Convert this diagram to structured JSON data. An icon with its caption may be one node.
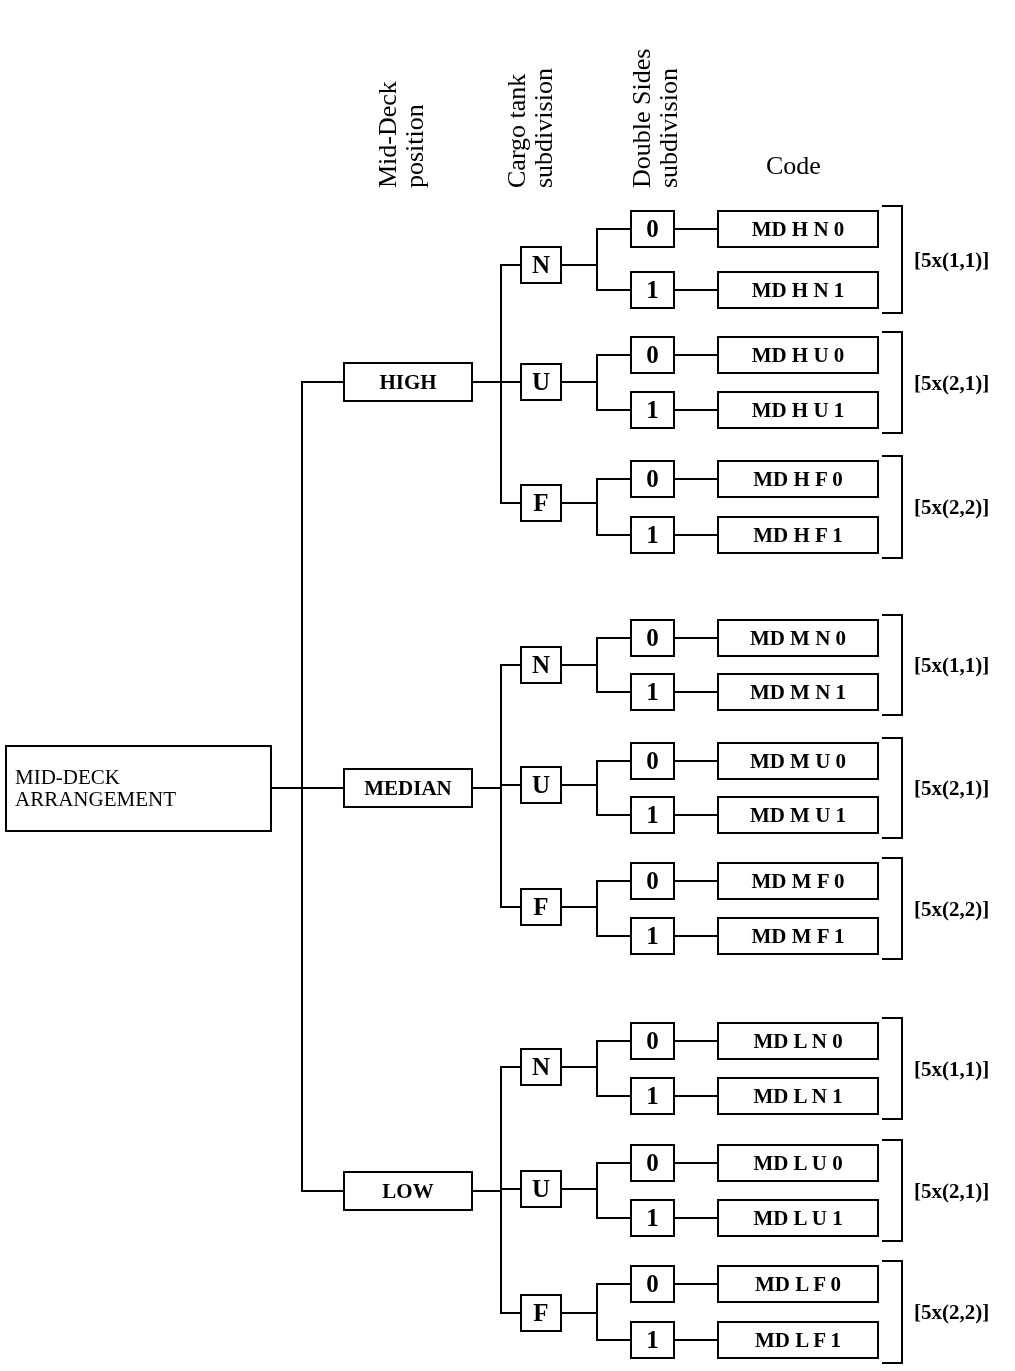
{
  "diagram": {
    "nodes": [
      {
        "text": [
          "MID-DECK ARRANGEMENT"
        ]
      },
      {
        "text": [
          "HIGH"
        ]
      },
      {
        "text": [
          "N"
        ]
      },
      {
        "text": [
          "0"
        ]
      },
      {
        "text": [
          "MD H N 0"
        ]
      },
      {
        "text": [
          "1"
        ]
      },
      {
        "text": [
          "MD H N 1"
        ]
      },
      {
        "text": [
          "U"
        ]
      },
      {
        "text": [
          "0"
        ]
      },
      {
        "text": [
          "MD H U 0"
        ]
      },
      {
        "text": [
          "1"
        ]
      },
      {
        "text": [
          "MD H U 1"
        ]
      },
      {
        "text": [
          "F"
        ]
      },
      {
        "text": [
          "0"
        ]
      },
      {
        "text": [
          "MD H F 0"
        ]
      },
      {
        "text": [
          "1"
        ]
      },
      {
        "text": [
          "MD H F 1"
        ]
      },
      {
        "text": [
          "MEDIAN"
        ]
      },
      {
        "text": [
          "N"
        ]
      },
      {
        "text": [
          "0"
        ]
      },
      {
        "text": [
          "MD M N 0"
        ]
      },
      {
        "text": [
          "1"
        ]
      },
      {
        "text": [
          "MD M N 1"
        ]
      },
      {
        "text": [
          "U"
        ]
      },
      {
        "text": [
          "0"
        ]
      },
      {
        "text": [
          "MD M U 0"
        ]
      },
      {
        "text": [
          "1"
        ]
      },
      {
        "text": [
          "MD M U 1"
        ]
      },
      {
        "text": [
          "F"
        ]
      },
      {
        "text": [
          "0"
        ]
      },
      {
        "text": [
          "MD M F 0"
        ]
      },
      {
        "text": [
          "1"
        ]
      },
      {
        "text": [
          "MD M F 1"
        ]
      },
      {
        "text": [
          "LOW"
        ]
      },
      {
        "text": [
          "N"
        ]
      },
      {
        "text": [
          "0"
        ]
      },
      {
        "text": [
          "MD L N 0"
        ]
      },
      {
        "text": [
          "1"
        ]
      },
      {
        "text": [
          "MD L N 1"
        ]
      },
      {
        "text": [
          "U"
        ]
      },
      {
        "text": [
          "0"
        ]
      },
      {
        "text": [
          "MD L U 0"
        ]
      },
      {
        "text": [
          "1"
        ]
      },
      {
        "text": [
          "MD L U 1"
        ]
      },
      {
        "text": [
          "F"
        ]
      },
      {
        "text": [
          "0"
        ]
      },
      {
        "text": [
          "MD L F 0"
        ]
      },
      {
        "text": [
          "1"
        ]
      },
      {
        "text": [
          "MD L F 1"
        ]
      }
    ],
    "edges": [
      {
        "from": 0,
        "to": 1,
        "arrow": "none"
      },
      {
        "from": 1,
        "to": 2,
        "arrow": "none"
      },
      {
        "from": 2,
        "to": 3,
        "arrow": "none"
      },
      {
        "from": 3,
        "to": 4,
        "arrow": "none"
      },
      {
        "from": 2,
        "to": 5,
        "arrow": "none"
      },
      {
        "from": 5,
        "to": 6,
        "arrow": "none"
      },
      {
        "from": 1,
        "to": 7,
        "arrow": "none"
      },
      {
        "from": 7,
        "to": 8,
        "arrow": "none"
      },
      {
        "from": 8,
        "to": 9,
        "arrow": "none"
      },
      {
        "from": 7,
        "to": 10,
        "arrow": "none"
      },
      {
        "from": 10,
        "to": 11,
        "arrow": "none"
      },
      {
        "from": 1,
        "to": 12,
        "arrow": "none"
      },
      {
        "from": 12,
        "to": 13,
        "arrow": "none"
      },
      {
        "from": 13,
        "to": 14,
        "arrow": "none"
      },
      {
        "from": 12,
        "to": 15,
        "arrow": "none"
      },
      {
        "from": 15,
        "to": 16,
        "arrow": "none"
      },
      {
        "from": 0,
        "to": 17,
        "arrow": "none"
      },
      {
        "from": 17,
        "to": 18,
        "arrow": "none"
      },
      {
        "from": 18,
        "to": 19,
        "arrow": "none"
      },
      {
        "from": 19,
        "to": 20,
        "arrow": "none"
      },
      {
        "from": 18,
        "to": 21,
        "arrow": "none"
      },
      {
        "from": 21,
        "to": 22,
        "arrow": "none"
      },
      {
        "from": 17,
        "to": 23,
        "arrow": "none"
      },
      {
        "from": 23,
        "to": 24,
        "arrow": "none"
      },
      {
        "from": 24,
        "to": 25,
        "arrow": "none"
      },
      {
        "from": 23,
        "to": 26,
        "arrow": "none"
      },
      {
        "from": 26,
        "to": 27,
        "arrow": "none"
      },
      {
        "from": 17,
        "to": 28,
        "arrow": "none"
      },
      {
        "from": 28,
        "to": 29,
        "arrow": "none"
      },
      {
        "from": 29,
        "to": 30,
        "arrow": "none"
      },
      {
        "from": 28,
        "to": 31,
        "arrow": "none"
      },
      {
        "from": 31,
        "to": 32,
        "arrow": "none"
      },
      {
        "from": 0,
        "to": 33,
        "arrow": "none"
      },
      {
        "from": 33,
        "to": 34,
        "arrow": "none"
      },
      {
        "from": 34,
        "to": 35,
        "arrow": "none"
      },
      {
        "from": 35,
        "to": 36,
        "arrow": "none"
      },
      {
        "from": 34,
        "to": 37,
        "arrow": "none"
      },
      {
        "from": 37,
        "to": 38,
        "arrow": "none"
      },
      {
        "from": 33,
        "to": 39,
        "arrow": "none"
      },
      {
        "from": 39,
        "to": 40,
        "arrow": "none"
      },
      {
        "from": 40,
        "to": 41,
        "arrow": "none"
      },
      {
        "from": 39,
        "to": 42,
        "arrow": "none"
      },
      {
        "from": 42,
        "to": 43,
        "arrow": "none"
      },
      {
        "from": 33,
        "to": 44,
        "arrow": "none"
      },
      {
        "from": 44,
        "to": 45,
        "arrow": "none"
      },
      {
        "from": 45,
        "to": 46,
        "arrow": "none"
      },
      {
        "from": 44,
        "to": 47,
        "arrow": "none"
      },
      {
        "from": 47,
        "to": 48,
        "arrow": "none"
      }
    ],
    "labels": [
      "Mid-Deck position",
      "Cargo tank subdivision",
      "Double Sides subdivision",
      "Code",
      "[5x(1,1)]",
      "[5x(2,1)]",
      "[5x(2,2)]",
      "[5x(1,1)]",
      "[5x(2,1)]",
      "[5x(2,2)]",
      "[5x(1,1)]",
      "[5x(2,1)]",
      "[5x(2,2)]"
    ]
  }
}
